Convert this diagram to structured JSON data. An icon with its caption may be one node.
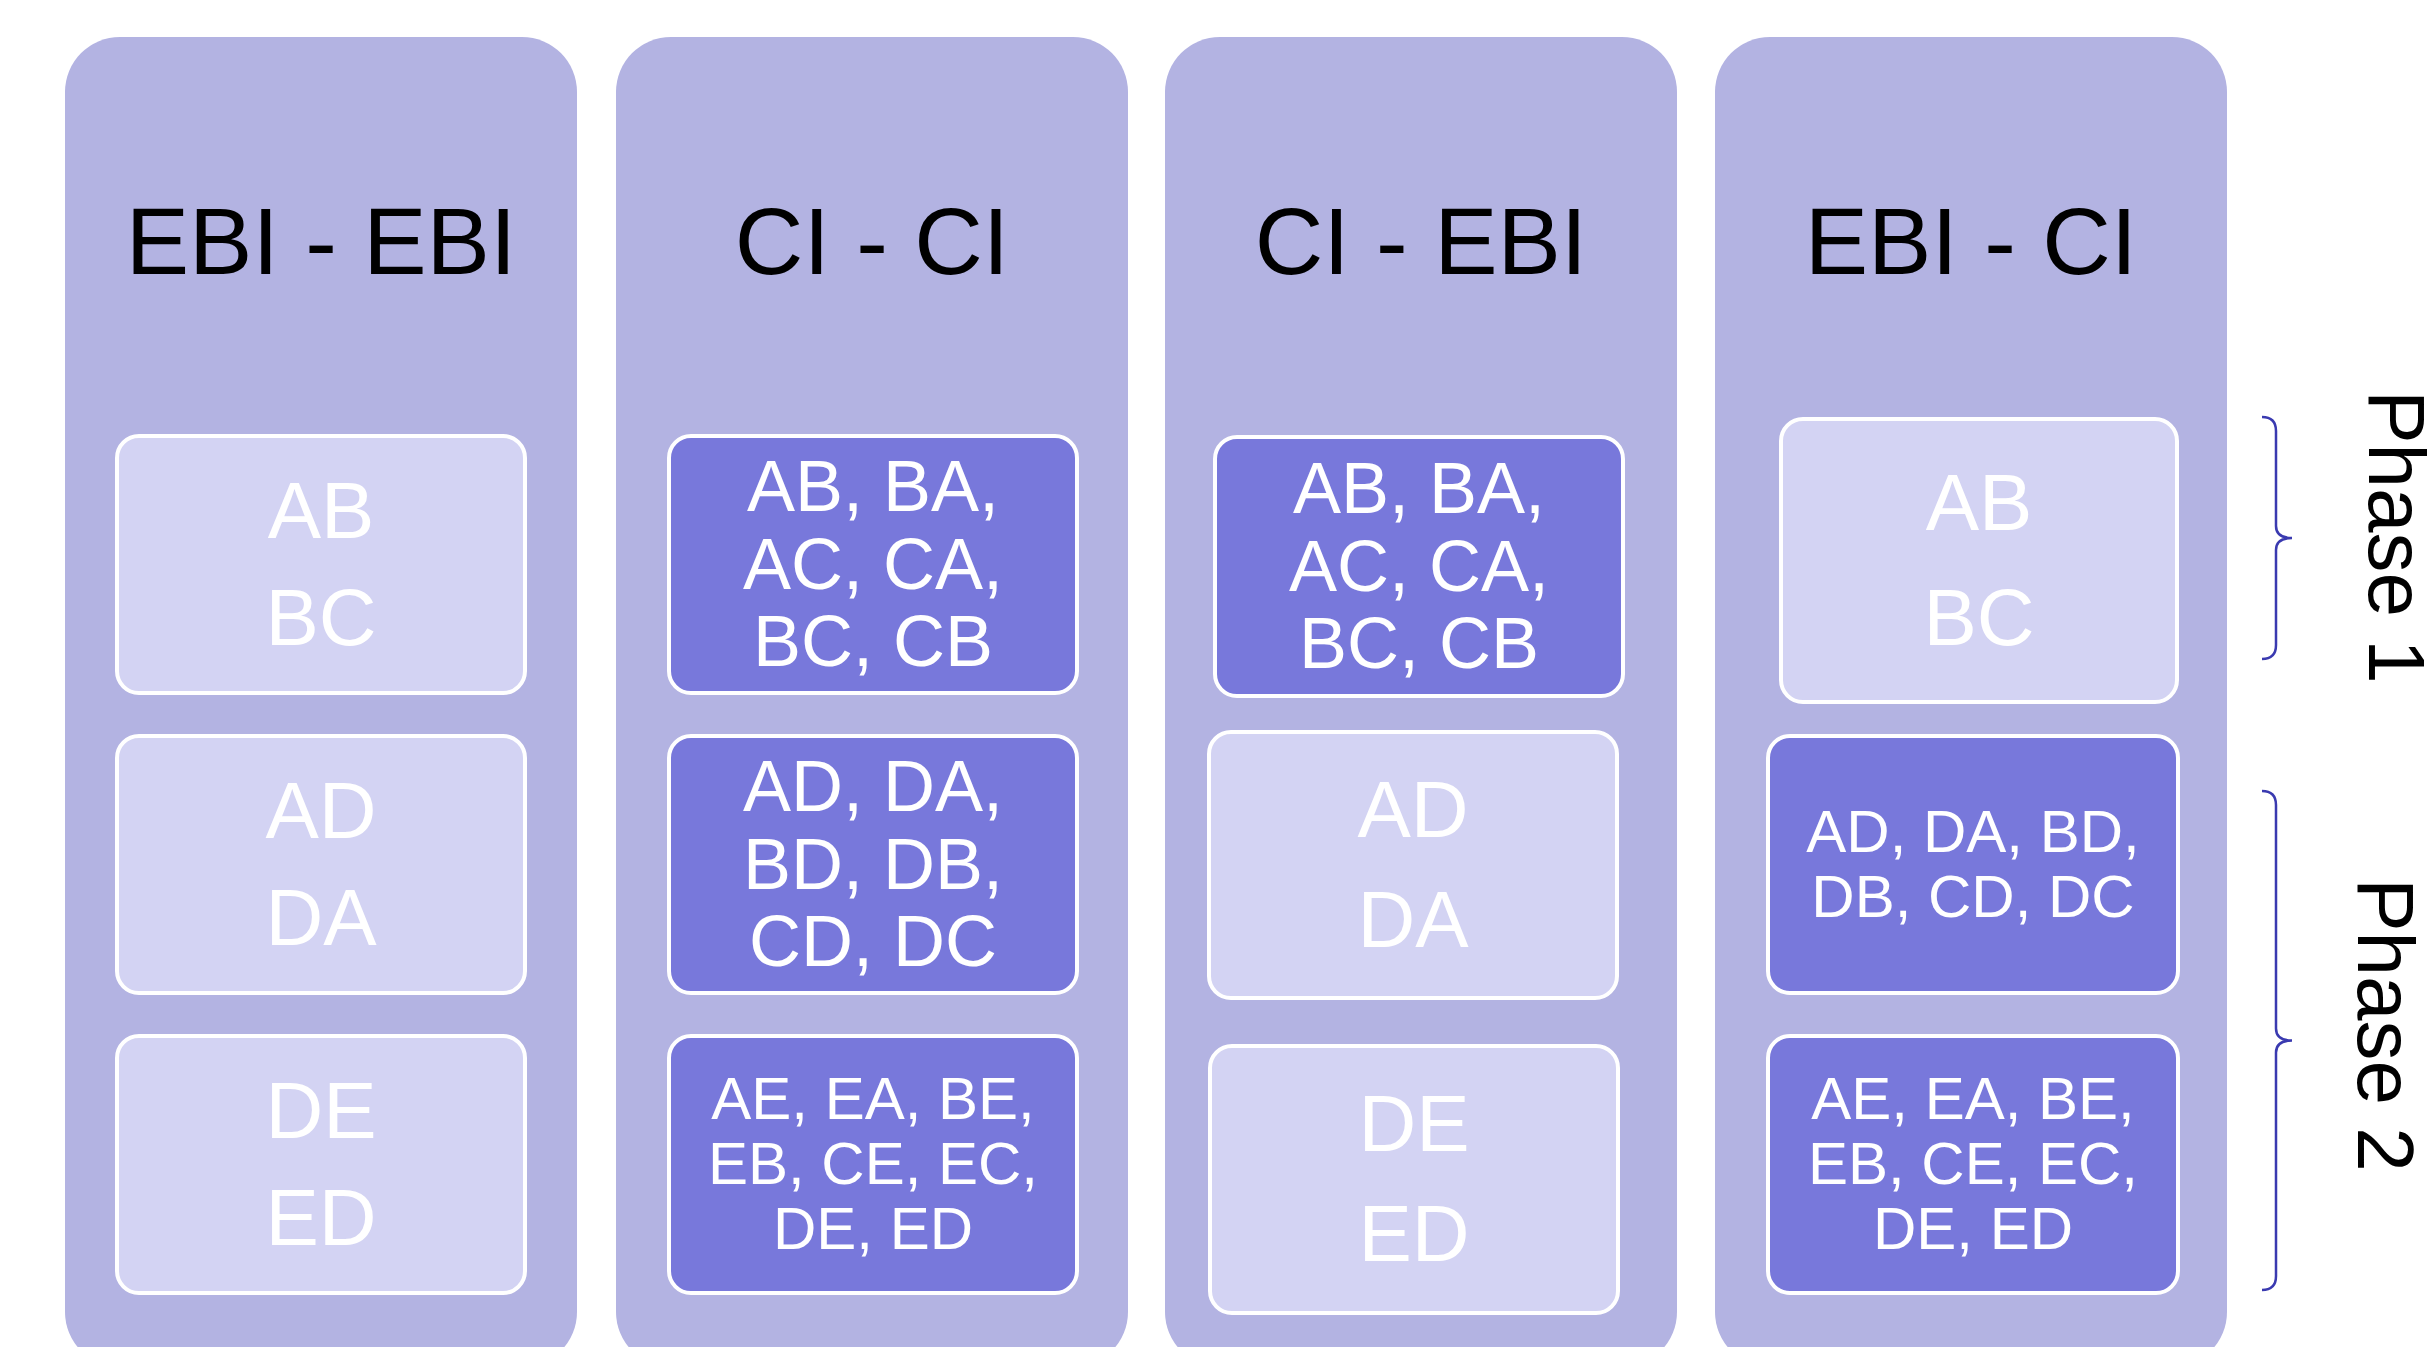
{
  "diagram": {
    "nodes": [
      {
        "text": [
          "EBI - EBI"
        ]
      },
      {
        "text": [
          "AB",
          "BC"
        ],
        "in": 0
      },
      {
        "text": [
          "AD",
          "DA"
        ],
        "in": 0
      },
      {
        "text": [
          "DE",
          "ED"
        ],
        "in": 0
      },
      {
        "text": [
          "CI - CI"
        ]
      },
      {
        "text": [
          "AB, BA, AC, CA, BC, CB"
        ],
        "in": 4
      },
      {
        "text": [
          "AD, DA, BD, DB, CD, DC"
        ],
        "in": 4
      },
      {
        "text": [
          "AE, EA, BE, EB, CE, EC, DE, ED"
        ],
        "in": 4
      },
      {
        "text": [
          "CI - EBI"
        ]
      },
      {
        "text": [
          "AB, BA, AC, CA, BC, CB"
        ],
        "in": 8
      },
      {
        "text": [
          "AD",
          "DA"
        ],
        "in": 8
      },
      {
        "text": [
          "DE",
          "ED"
        ],
        "in": 8
      },
      {
        "text": [
          "EBI - CI"
        ]
      },
      {
        "text": [
          "AB",
          "BC"
        ],
        "in": 12
      },
      {
        "text": [
          "AD, DA, BD, DB, CD, DC"
        ],
        "in": 12
      },
      {
        "text": [
          "AE, EA, BE, EB, CE, EC, DE, ED"
        ],
        "in": 12
      }
    ],
    "edges": [],
    "labels": [
      "Phase 1",
      "Phase 2"
    ]
  }
}
